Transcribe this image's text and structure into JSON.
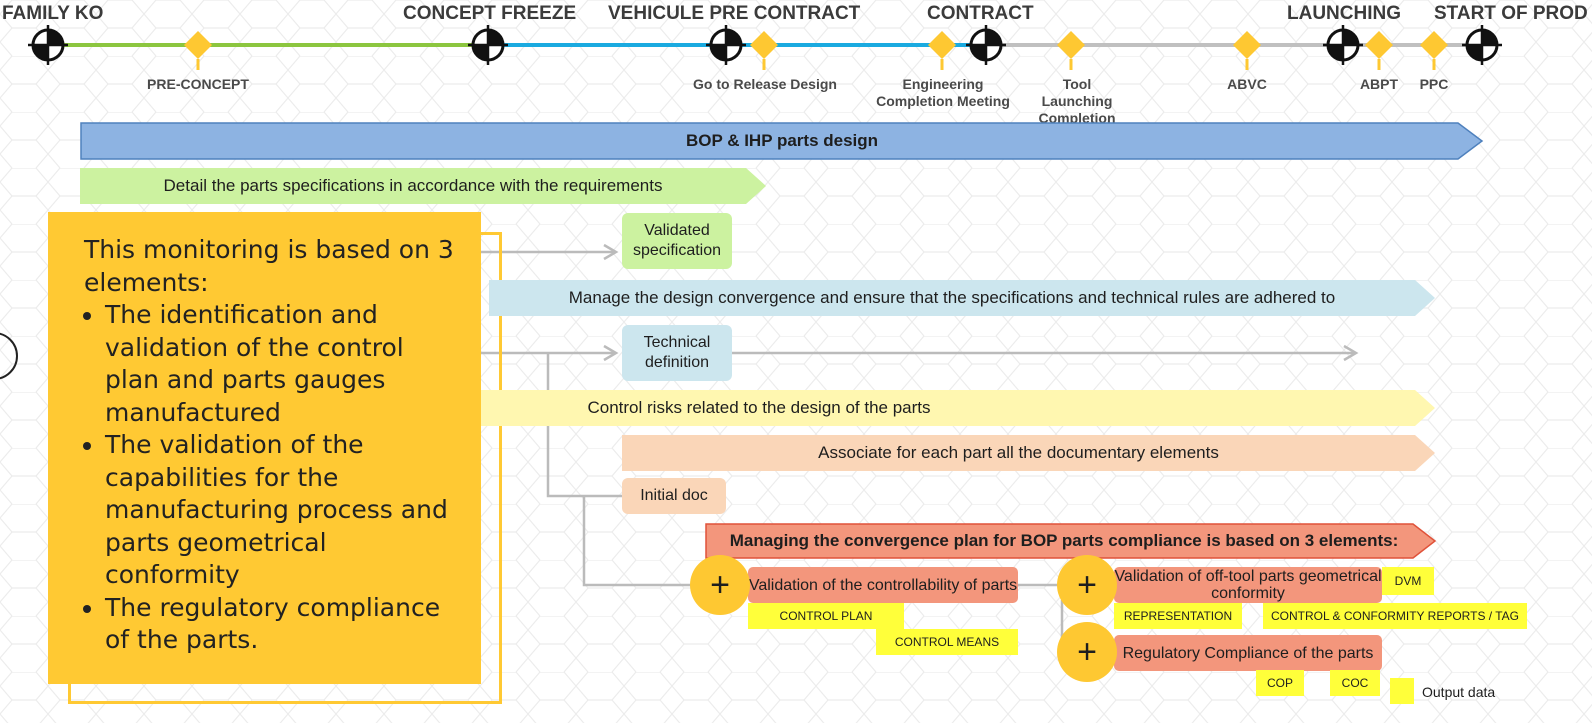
{
  "milestones": {
    "family_ko": "FAMILY KO",
    "concept_freeze": "CONCEPT FREEZE",
    "vehicule_pre_contract": "VEHICULE PRE CONTRACT",
    "contract": "CONTRACT",
    "launching": "LAUNCHING",
    "start_of_prod": "START OF PROD"
  },
  "gates": {
    "pre_concept": "PRE-CONCEPT",
    "go_release_design": "Go to Release Design",
    "engineering_completion": "Engineering Completion Meeting",
    "tool_launching": "Tool Launching Completion",
    "abvc": "ABVC",
    "abpt": "ABPT",
    "ppc": "PPC"
  },
  "timeline_colors": {
    "segment_1": "#8cc63f",
    "segment_2": "#1aaae0",
    "segment_3": "#c0c0c0",
    "gate": "#fec832"
  },
  "bars": {
    "bop_ihp": "BOP & IHP parts design",
    "detail_specs": "Detail the parts specifications in accordance with the requirements",
    "manage_convergence": "Manage the design convergence and ensure that the specifications and technical rules are adhered to",
    "control_risks": "Control risks related to the design of the parts",
    "associate_docs": "Associate for each part all the documentary elements",
    "managing_plan": "Managing the convergence plan for BOP parts compliance is based on 3 elements:"
  },
  "outputs": {
    "validated_spec": "Validated specification",
    "technical_definition": "Technical definition",
    "initial_doc": "Initial doc"
  },
  "elements": {
    "controllability": "Validation of the controllability of parts",
    "off_tool": "Validation of off-tool parts geometrical conformity",
    "regulatory": "Regulatory Compliance of the parts",
    "plus_symbol": "+"
  },
  "tags": {
    "control_plan": "CONTROL PLAN",
    "control_means": "CONTROL MEANS",
    "dvm": "DVM",
    "representation": "REPRESENTATION",
    "control_reports": "CONTROL & CONFORMITY REPORTS / TAG",
    "cop": "COP",
    "coc": "COC"
  },
  "legend": {
    "output_data": "Output data"
  },
  "panel": {
    "intro": "This monitoring is based on 3 elements:",
    "items": [
      "The identification and validation of the control plan and parts gauges manufactured",
      "The validation of the capabilities for the manufacturing process and parts geometrical conformity",
      "The regulatory compliance of the parts."
    ]
  }
}
